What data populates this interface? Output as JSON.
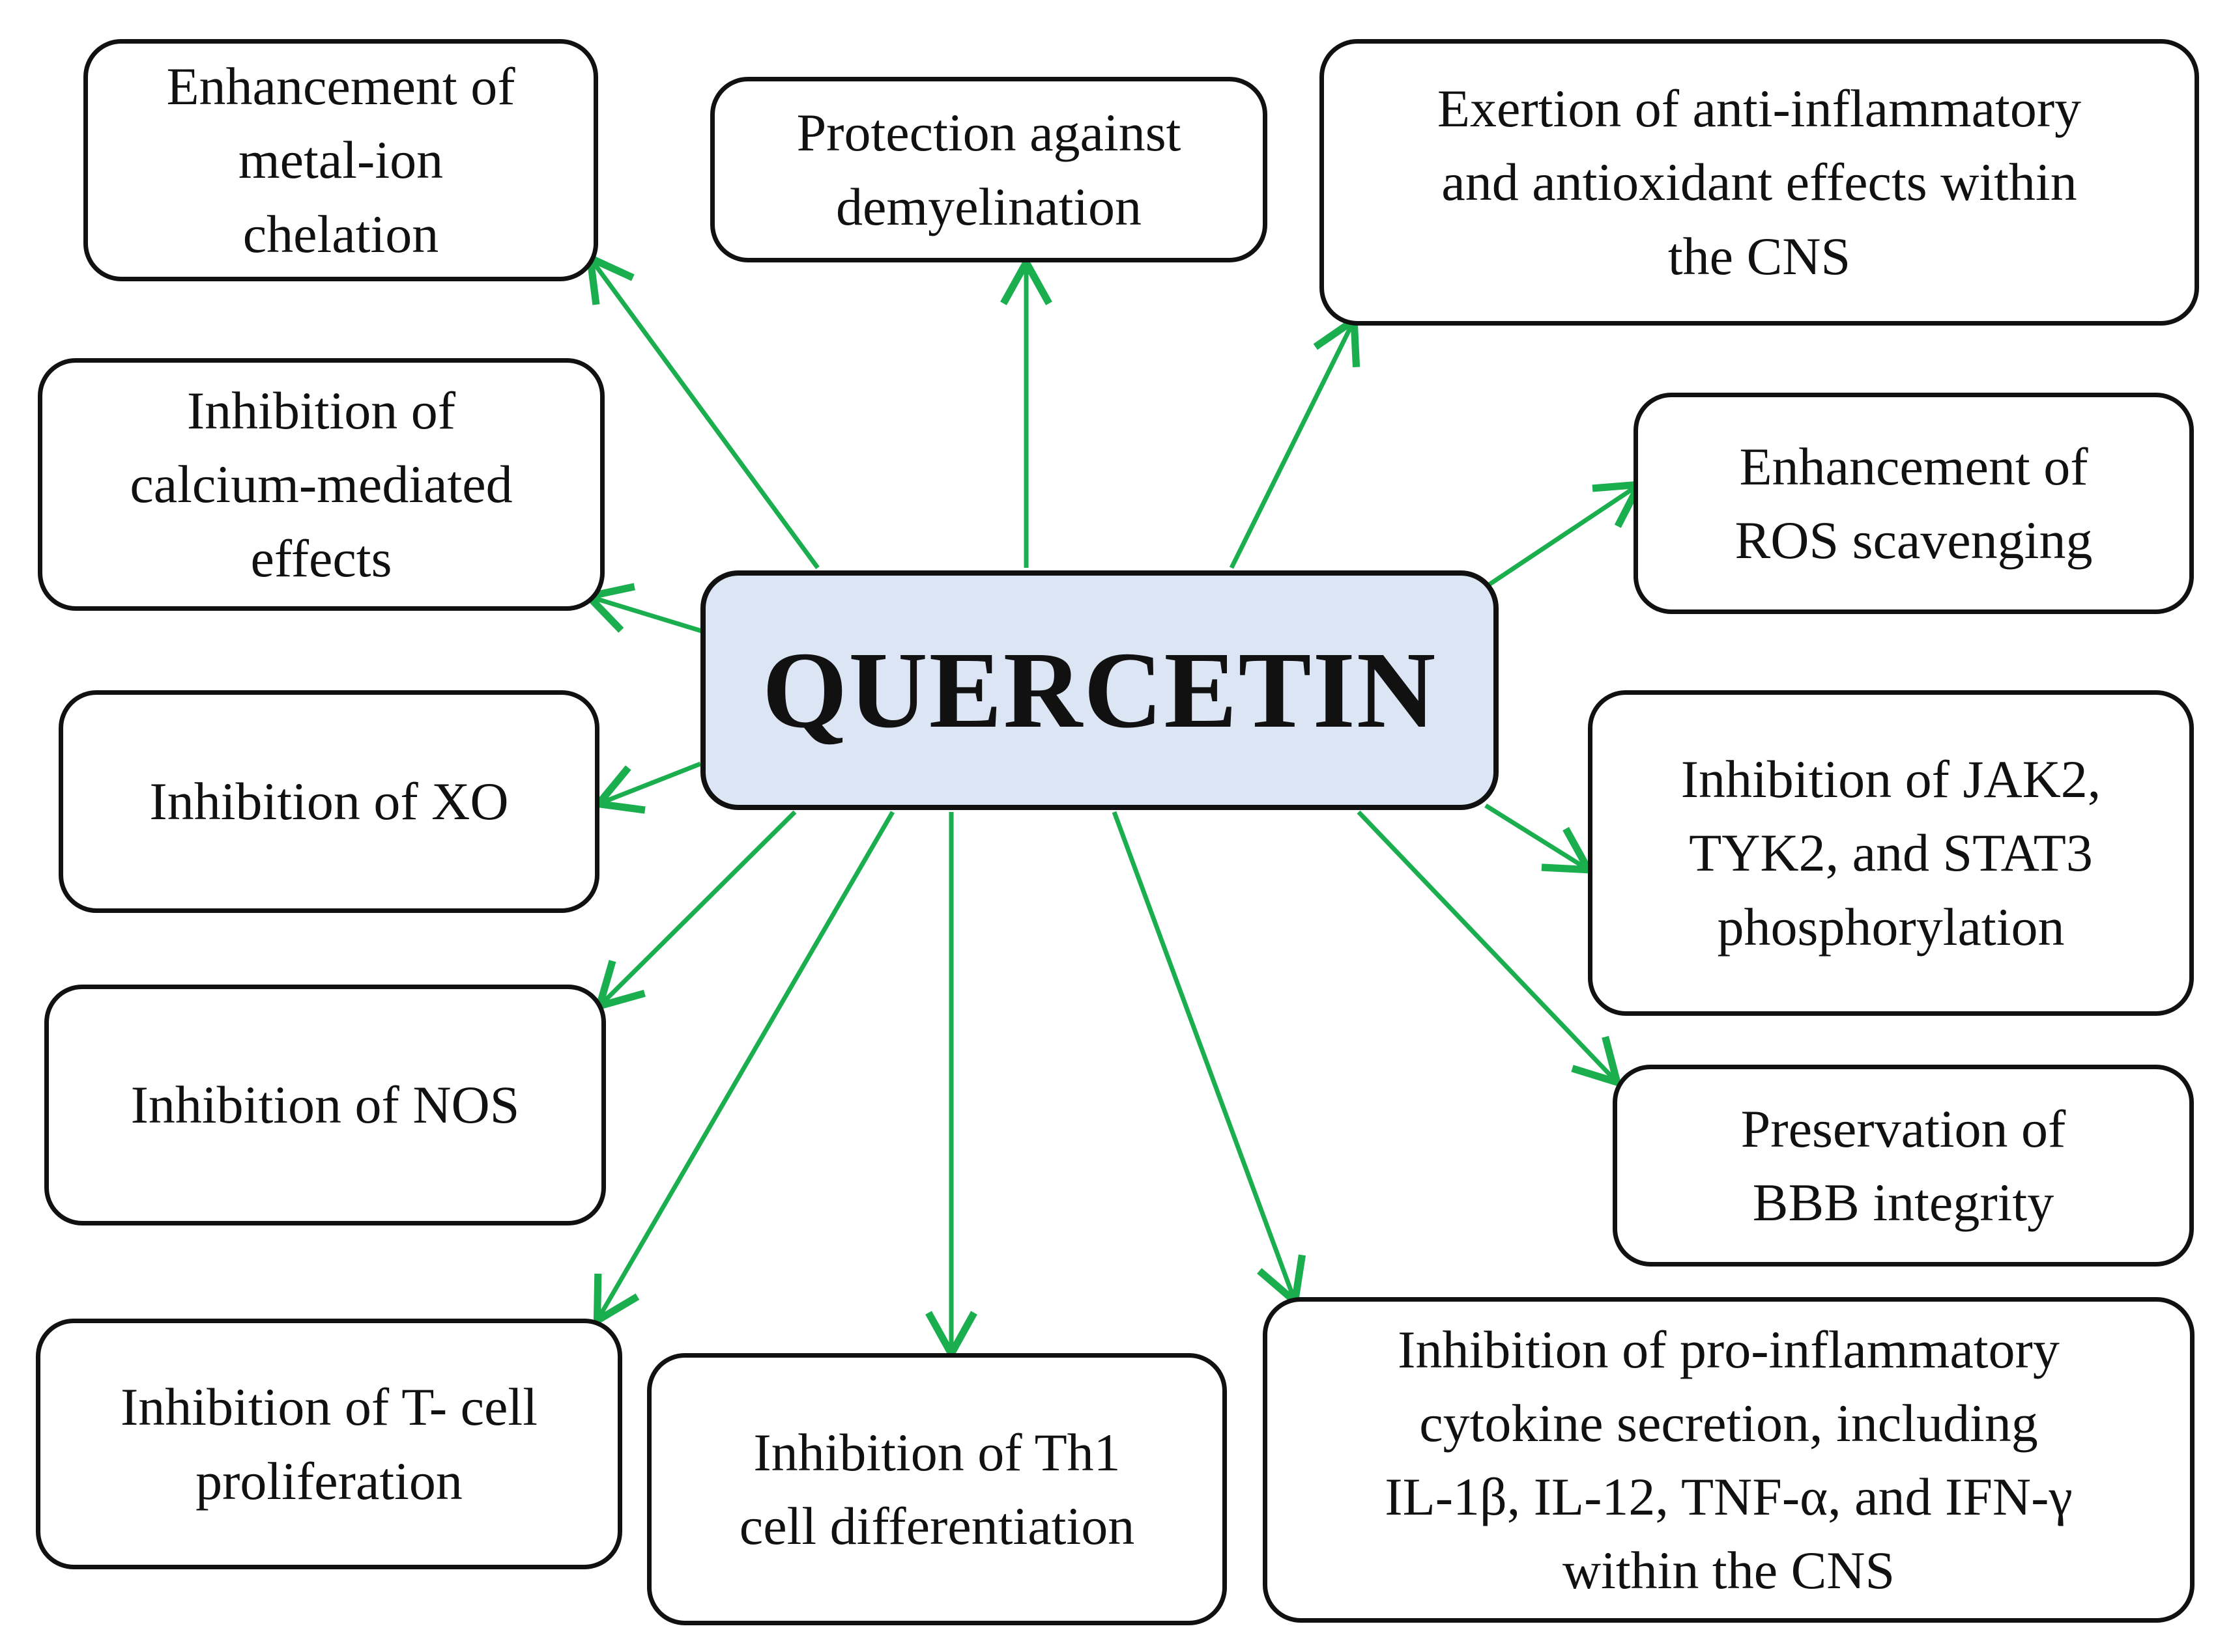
{
  "center": {
    "label": "QUERCETIN"
  },
  "colors": {
    "arrow": "#1aae4e",
    "center_fill": "#dbe5f3",
    "border": "#111111"
  },
  "effects": [
    {
      "key": "metal",
      "text": "Enhancement of\nmetal-ion\nchelation"
    },
    {
      "key": "demyelination",
      "text": "Protection against\ndemyelination"
    },
    {
      "key": "antiinflammatory",
      "text": "Exertion of anti-inflammatory\nand antioxidant effects within\nthe CNS"
    },
    {
      "key": "calcium",
      "text": "Inhibition of\ncalcium-mediated\neffects"
    },
    {
      "key": "ros",
      "text": "Enhancement of\nROS scavenging"
    },
    {
      "key": "xo",
      "text": "Inhibition of  XO"
    },
    {
      "key": "jak2",
      "text": "Inhibition of JAK2,\nTYK2, and STAT3\nphosphorylation"
    },
    {
      "key": "nos",
      "text": "Inhibition of NOS"
    },
    {
      "key": "bbb",
      "text": "Preservation  of\nBBB integrity"
    },
    {
      "key": "tcell",
      "text": "Inhibition of T- cell\nproliferation"
    },
    {
      "key": "th1",
      "text": "Inhibition of Th1\ncell differentiation"
    },
    {
      "key": "cytokine",
      "text": "Inhibition of pro-inflammatory\ncytokine secretion, including\nIL-1β, IL-12, TNF-α, and IFN-γ\nwithin the CNS"
    }
  ]
}
